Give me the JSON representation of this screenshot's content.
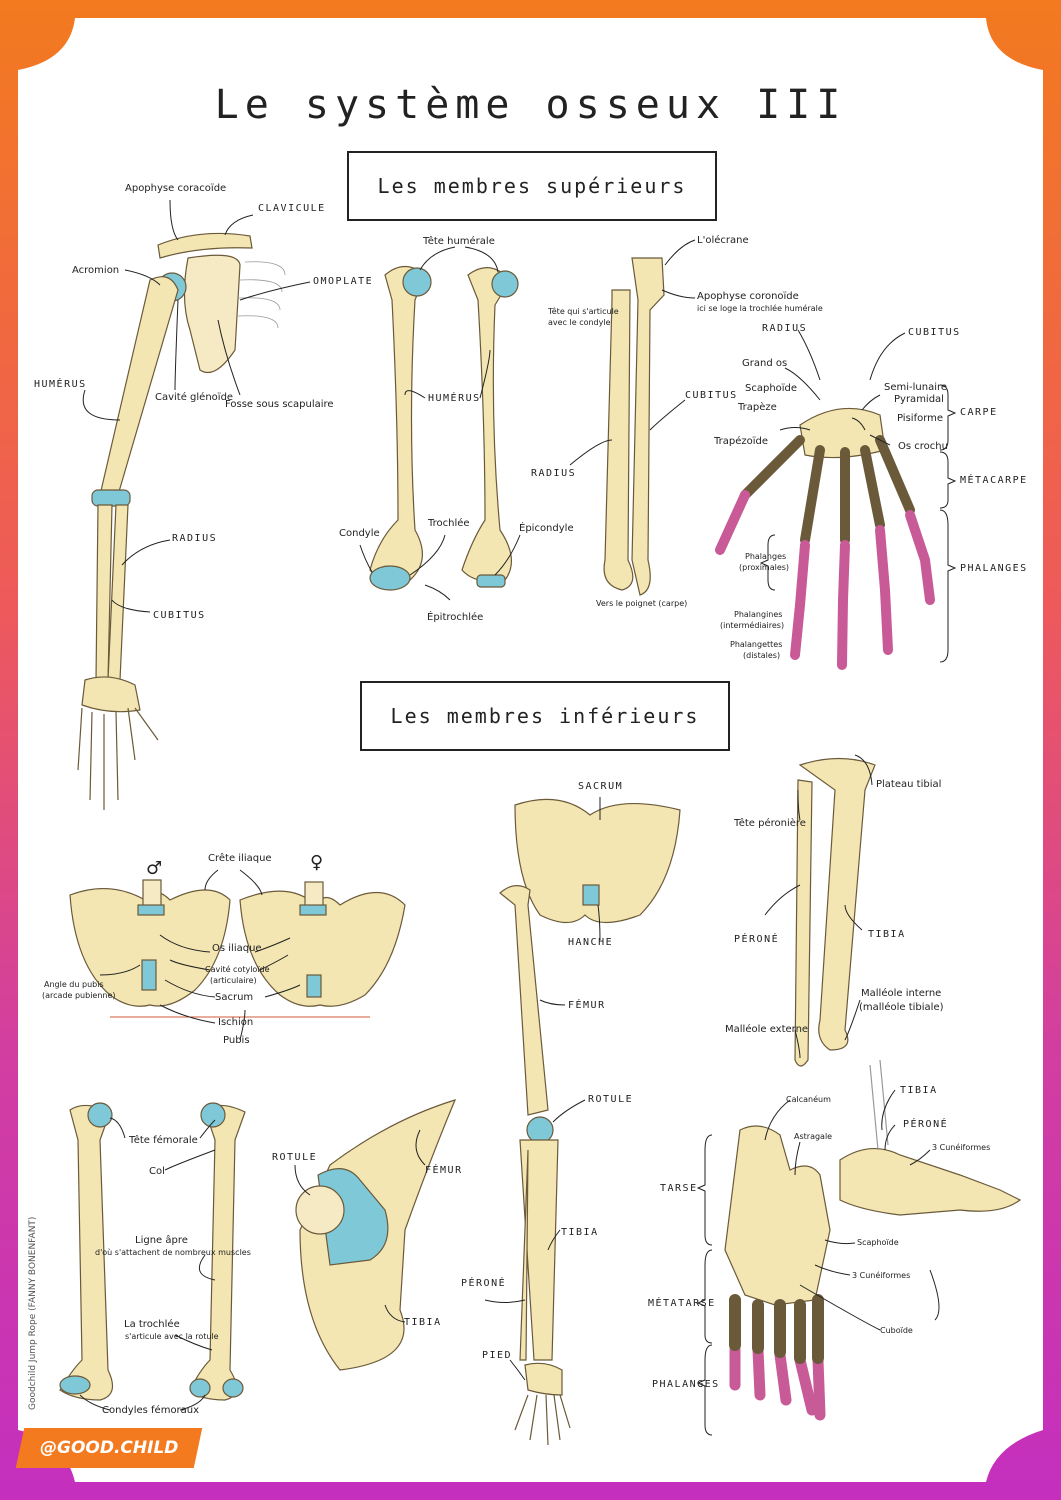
{
  "title": "Le système osseux III",
  "sections": {
    "upper": "Les membres supérieurs",
    "lower": "Les membres inférieurs"
  },
  "labels": {
    "apophyse_coracoide": "Apophyse coracoïde",
    "clavicule": "Clavicule",
    "acromion": "Acromion",
    "omoplate": "Omoplate",
    "humerus_1": "Humérus",
    "cavite_glenoide": "Cavité glénoïde",
    "fosse_sous_scapulaire": "Fosse sous scapulaire",
    "radius_1": "Radius",
    "cubitus_1": "cubitus",
    "tete_humerale": "Tête humérale",
    "humerus_2": "Humérus",
    "condyle": "Condyle",
    "trochlee": "Trochlée",
    "epicondyle": "Épicondyle",
    "epitrochlee": "Épitrochlée",
    "olecrane": "L'olécrane",
    "tete_articule": "Tête qui s'articule",
    "avec_condyle": "avec le condyle",
    "apophyse_coronoide": "Apophyse coronoïde",
    "apophyse_coronoide_note": "ici se loge la trochlée humérale",
    "cubitus_2": "Cubitus",
    "radius_2": "Radius",
    "vers_poignet": "Vers le poignet (carpe)",
    "radius_3": "Radius",
    "cubitus_3": "Cubitus",
    "grand_os": "Grand os",
    "scaphoide_1": "Scaphoïde",
    "trapeze": "Trapèze",
    "trapezoide": "Trapézoïde",
    "semi_lunaire": "Semi-lunaire",
    "pyramidal": "Pyramidal",
    "pisiforme": "Pisiforme",
    "os_crochu": "Os crochu",
    "carpe": "Carpe",
    "metacarpe": "Métacarpe",
    "phalanges_1": "Phalanges",
    "phalanges_prox": "Phalanges",
    "phalanges_prox_note": "(proximales)",
    "phalangines": "Phalangines",
    "phalangines_note": "(intermédiaires)",
    "phalangettes": "Phalangettes",
    "phalangettes_note": "(distales)",
    "male_symbol": "♂",
    "female_symbol": "♀",
    "crete_iliaque": "Crête iliaque",
    "os_iliaque": "Os iliaque",
    "angle_pubis": "Angle du pubis",
    "arcade_pubienne": "(arcade pubienne)",
    "cavite_cotyloide": "Cavité cotyloïde",
    "cavite_cotyloide_note": "(articulaire)",
    "sacrum_1": "Sacrum",
    "ischion": "Ischion",
    "pubis": "Pubis",
    "sacrum_2": "Sacrum",
    "hanche": "Hanche",
    "femur_1": "Fémur",
    "rotule_1": "Rotule",
    "tibia_1": "Tibia",
    "perone_1": "Péroné",
    "pied": "Pied",
    "plateau_tibial": "Plateau tibial",
    "tete_peroniere": "Tête péronière",
    "perone_2": "Péroné",
    "tibia_2": "Tibia",
    "malleole_interne": "Malléole interne",
    "malleole_tibiale": "(malléole tibiale)",
    "malleole_externe": "Malléole externe",
    "tete_femorale": "Tête fémorale",
    "col": "Col",
    "ligne_apre": "Ligne âpre",
    "ligne_apre_note": "d'où s'attachent de nombreux muscles",
    "la_trochlee": "La trochlée",
    "la_trochlee_note": "s'articule avec la rotule",
    "condyles_femoraux": "Condyles fémoraux",
    "rotule_2": "Rotule",
    "femur_2": "Fémur",
    "tibia_3": "Tibia",
    "tibia_4": "Tibia",
    "calcaneum": "Calcanéum",
    "astragale": "Astragale",
    "perone_3": "Péroné",
    "trois_cuneiformes_1": "3 Cunéiformes",
    "tarse": "Tarse",
    "scaphoide_2": "Scaphoïde",
    "trois_cuneiformes_2": "3 Cunéiformes",
    "metatarse": "Métatarse",
    "cuboide": "Cuboïde",
    "phalanges_2": "Phalanges"
  },
  "credit": "Goodchild Jump Rope (FANNY BONENFANT)",
  "handle": "@GOOD.CHILD",
  "colors": {
    "bone": "#f3e6b2",
    "bone_outline": "#6b5a3a",
    "cartilage": "#7ec8d8",
    "phalanx_pink": "#e27fb3",
    "border_top": "#f37a1f",
    "border_bottom": "#c42fbe"
  }
}
